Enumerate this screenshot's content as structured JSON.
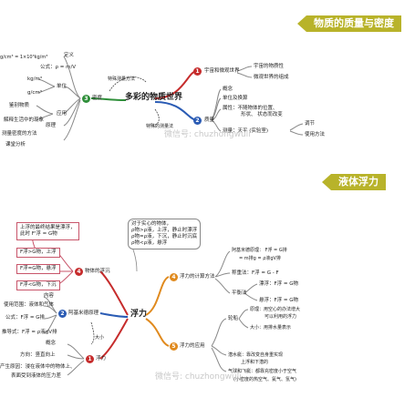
{
  "banners": {
    "top": "物质的质量与密度",
    "bottom": "液体浮力"
  },
  "diagram1": {
    "center": "多彩的物质世界",
    "branch_density": "密度",
    "branch_mass": "质量",
    "branch_universe": "宇宙和微观世界",
    "universe_items": [
      "宇宙的物质性",
      "微观世界的组成"
    ],
    "mass_items": [
      "概念",
      "单位及换算",
      "属性：不随物体的位置、",
      "形状、 状态而改变",
      "测量：天平 (实验室)",
      "调节",
      "使用方法"
    ],
    "density_items": [
      "定义",
      "公式：ρ = m/V",
      "kg/m³",
      "g/cm³",
      "单位",
      "鉴别物质",
      "应用",
      "解释生活中的现象",
      "原理",
      "测量密度的方法",
      "课堂分析",
      "g/cm³ = 1×10³kg/m³"
    ],
    "arrow_labels": [
      "特殊测量方法",
      "特殊的测量法"
    ],
    "numbers": [
      "1",
      "2",
      "3"
    ],
    "watermark": "微信号: chuzhongwuli"
  },
  "diagram2": {
    "center": "浮力",
    "note_box": [
      "对于实心的物体，",
      "ρ物>ρ液，上浮，静止时漂浮",
      "ρ物=ρ液，下沉，静止时沉底",
      "ρ物<ρ液，悬浮"
    ],
    "float_box": [
      "上浮的最终结果是漂浮，",
      "此时 F'浮 = G物"
    ],
    "float_items": [
      "F浮>G物，上浮",
      "F浮=G物，悬浮",
      "F浮<G物，下沉",
      "物体的浮沉"
    ],
    "archimedes": [
      "阿基米德原理",
      "内容",
      "使用范围：液体和气体",
      "公式：F浮 = G排",
      "推导式：F浮 = ρ液gV排",
      "大小"
    ],
    "concept": [
      "浮力",
      "概念",
      "方向：竖直向上",
      "产生原因：浸在液体中的物体上、",
      "表面受到液体的压力差"
    ],
    "calc": [
      "浮力的计算方法",
      "阿基米德原理： F浮 = G排",
      "= m排g = ρ液gV排",
      "称重法：F浮 = G - F",
      "平衡法",
      "漂浮：F浮 = G物",
      "悬浮：F浮 = G物"
    ],
    "apply": [
      "浮力的应用",
      "轮船",
      "原理：用空心的办法增大",
      "可以利用的浮力",
      "大小：用排水量表示",
      "潜水艇：靠改变自身重实现",
      "上浮和下潜的",
      "气球和飞艇：都靠充密度小于空气",
      "(小密度的热空气、氦气、氢气)"
    ],
    "numbers": [
      "1",
      "2",
      "3",
      "4",
      "5"
    ],
    "watermark": "微信号: chuzhongwuli"
  }
}
